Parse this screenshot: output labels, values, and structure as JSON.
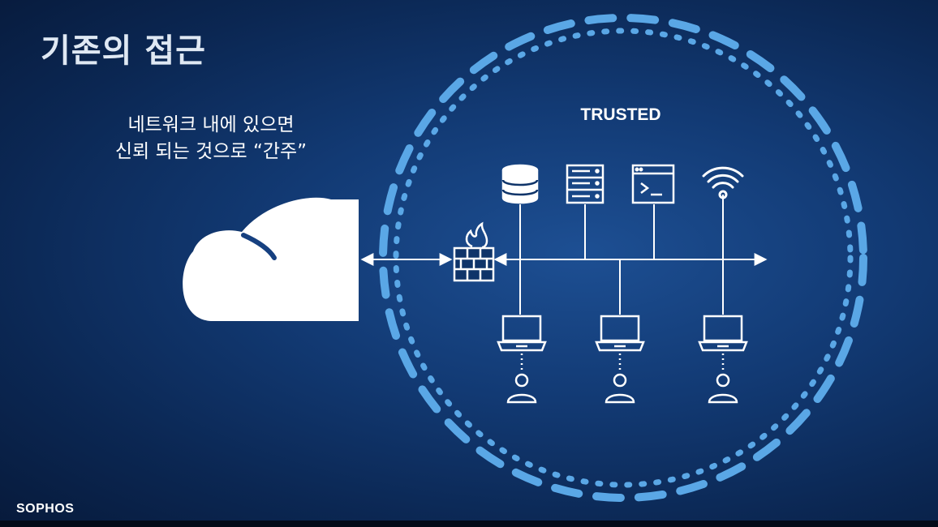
{
  "slide": {
    "title": "기존의 접근",
    "subtitle_lines": [
      "네트워크 내에 있으면",
      "신뢰 되는 것으로 “간주”"
    ],
    "trusted_label": "TRUSTED",
    "brand": "SOPHOS"
  },
  "icons": {
    "cloud": "cloud-icon",
    "firewall": "firewall-icon",
    "top_devices": [
      "database-icon",
      "server-rack-icon",
      "terminal-window-icon",
      "wifi-antenna-icon"
    ],
    "laptops": [
      "laptop-icon",
      "laptop-icon",
      "laptop-icon"
    ],
    "users": [
      "user-icon",
      "user-icon",
      "user-icon"
    ]
  },
  "colors": {
    "background": "#0f3469",
    "trusted_circle": "#5aa7e6",
    "foreground": "#ffffff"
  }
}
